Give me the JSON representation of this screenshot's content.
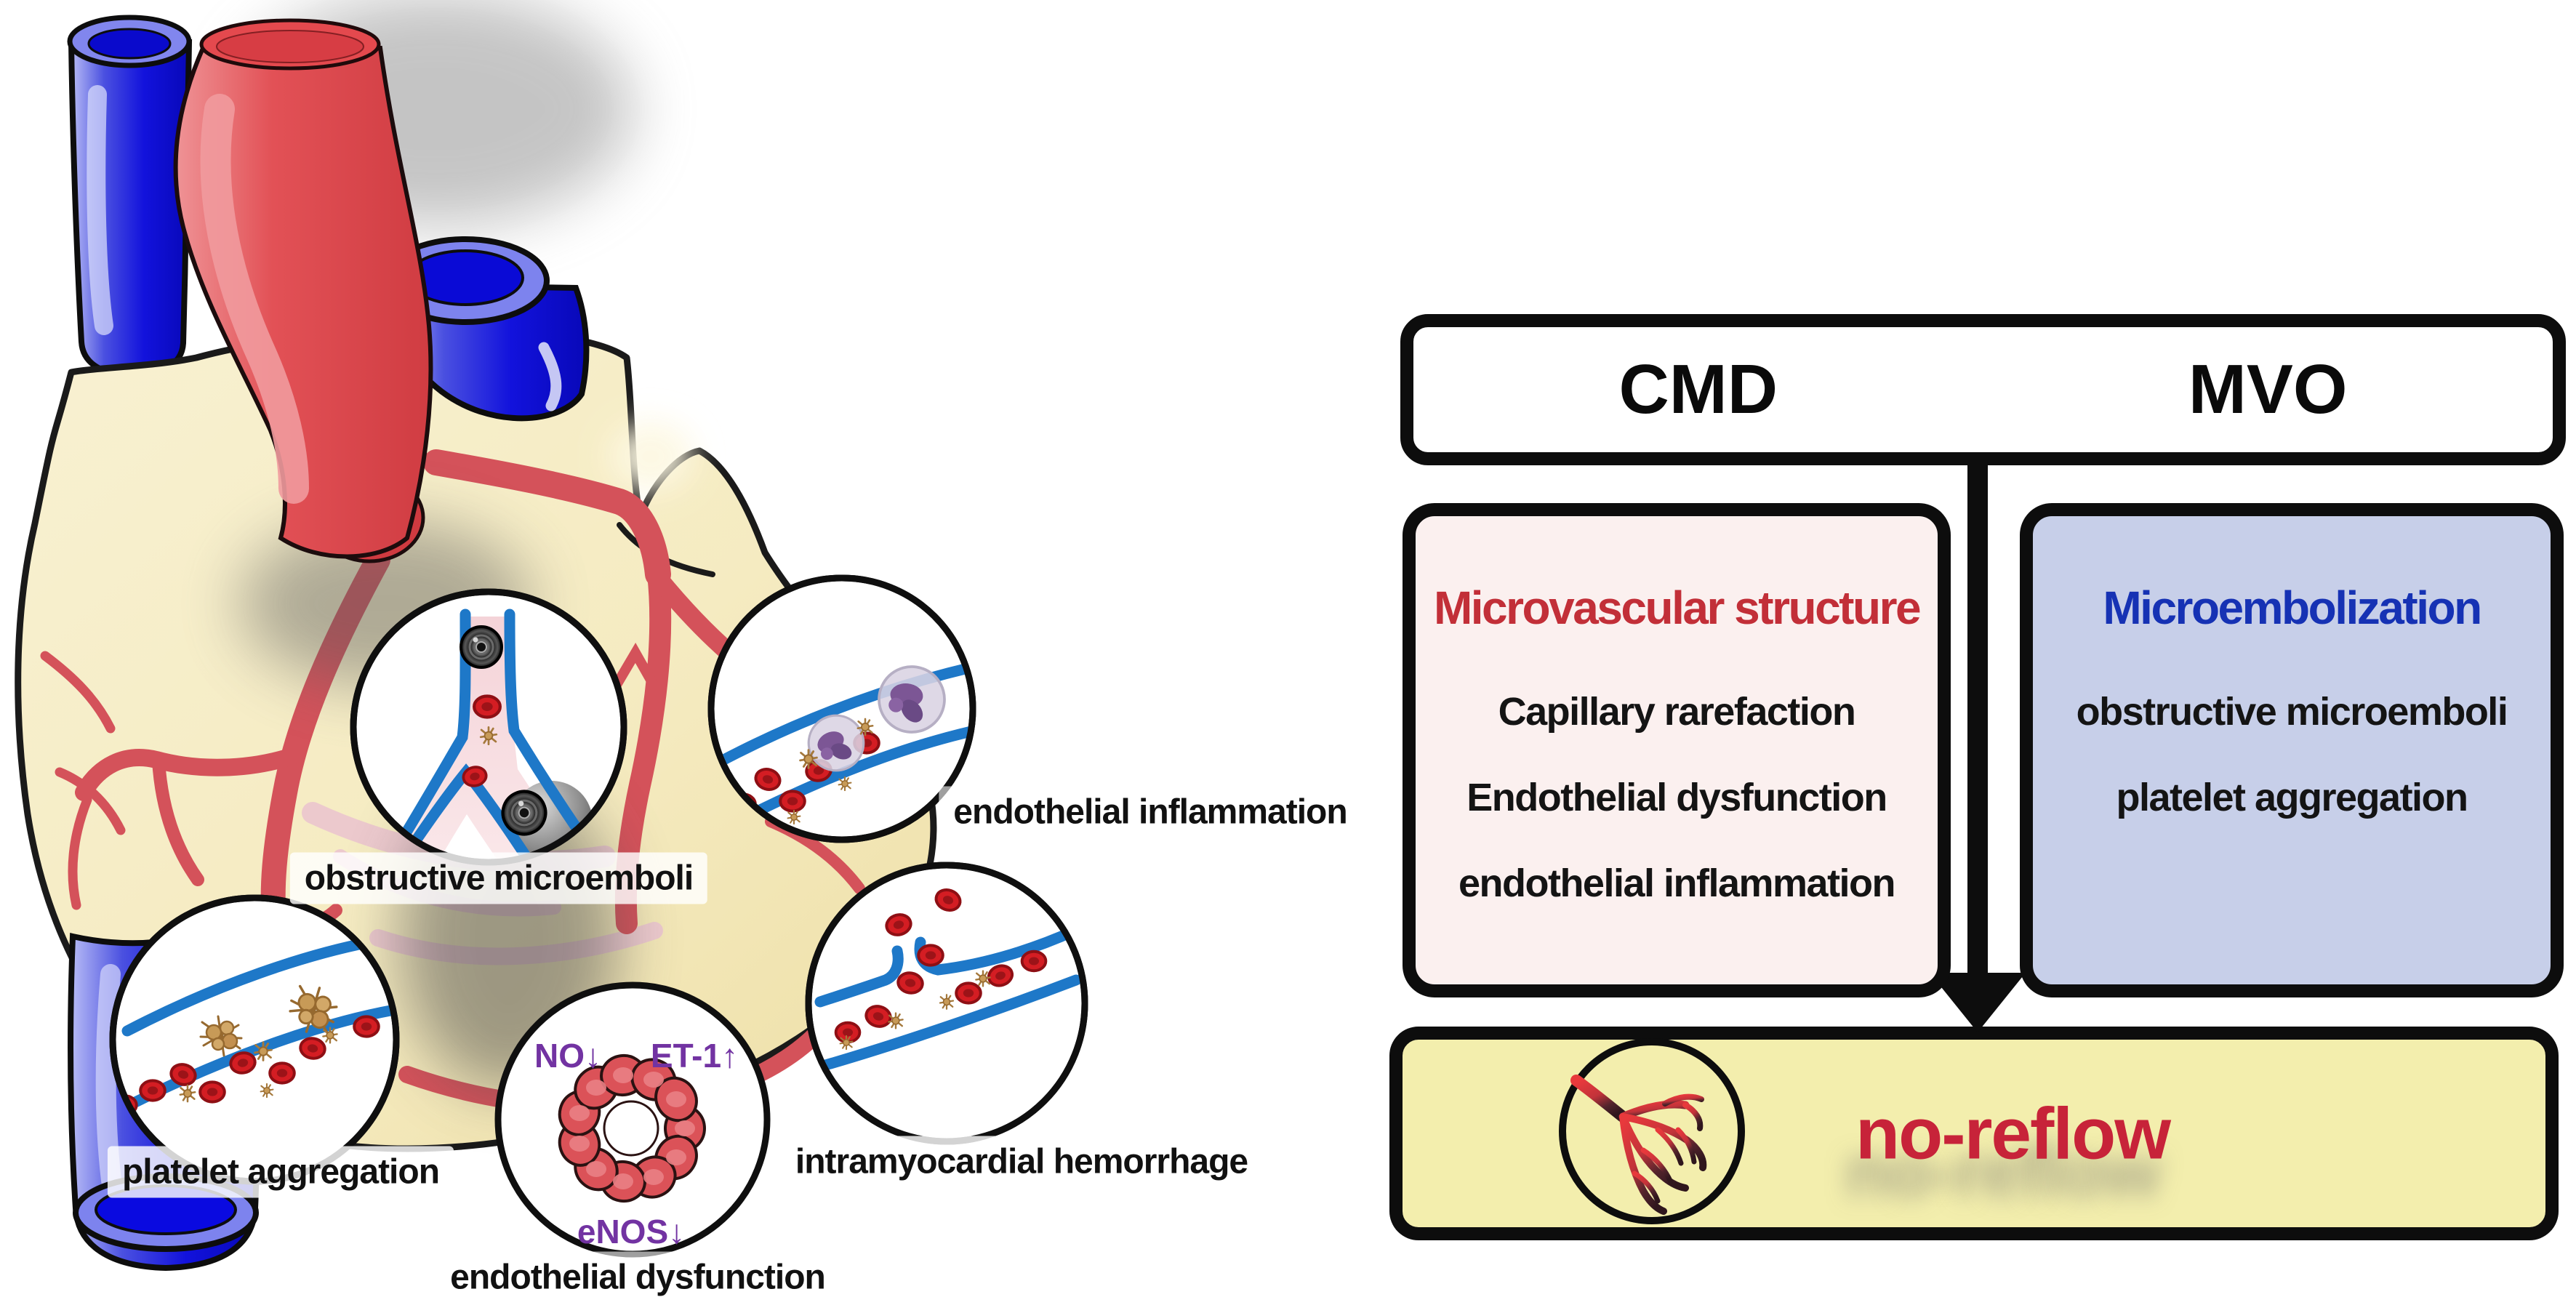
{
  "left_panel": {
    "callouts": [
      {
        "id": "obstructive-microemboli",
        "label": "obstructive microemboli"
      },
      {
        "id": "endothelial-inflammation",
        "label": "endothelial inflammation"
      },
      {
        "id": "platelet-aggregation",
        "label": "platelet aggregation"
      },
      {
        "id": "intramyocardial-hemorrhage",
        "label": "intramyocardial hemorrhage"
      },
      {
        "id": "endothelial-dysfunction",
        "label": "endothelial dysfunction"
      }
    ],
    "dysfunction_markers": {
      "no": "NO↓",
      "et1": "ET-1↑",
      "enos": "eNOS↓"
    }
  },
  "flowchart": {
    "header": {
      "left": "CMD",
      "right": "MVO"
    },
    "cmd_box": {
      "title": "Microvascular structure",
      "items": [
        "Capillary rarefaction",
        "Endothelial dysfunction",
        "endothelial inflammation"
      ]
    },
    "mvo_box": {
      "title": "Microembolization",
      "items": [
        "obstructive microemboli",
        "platelet aggregation"
      ]
    },
    "outcome": {
      "label": "no-reflow"
    }
  },
  "colors": {
    "cmd_title": "#c22f38",
    "mvo_title": "#1632b4",
    "cmd_box_bg": "#fbf0ef",
    "mvo_box_bg": "#c7cfe9",
    "outcome_bg": "#f3eead",
    "outcome_text": "#c72339",
    "marker_purple": "#7233a2",
    "box_border": "#0d0d0d",
    "vessel_wall_blue": "#1e78c8",
    "rbc_red": "#d41d23",
    "platelet_tan": "#c79a57",
    "heart_beige": "#f5ebc1",
    "vein_blue": "#1515e0",
    "artery_red": "#e25156",
    "coronary_red": "#d4525a"
  }
}
